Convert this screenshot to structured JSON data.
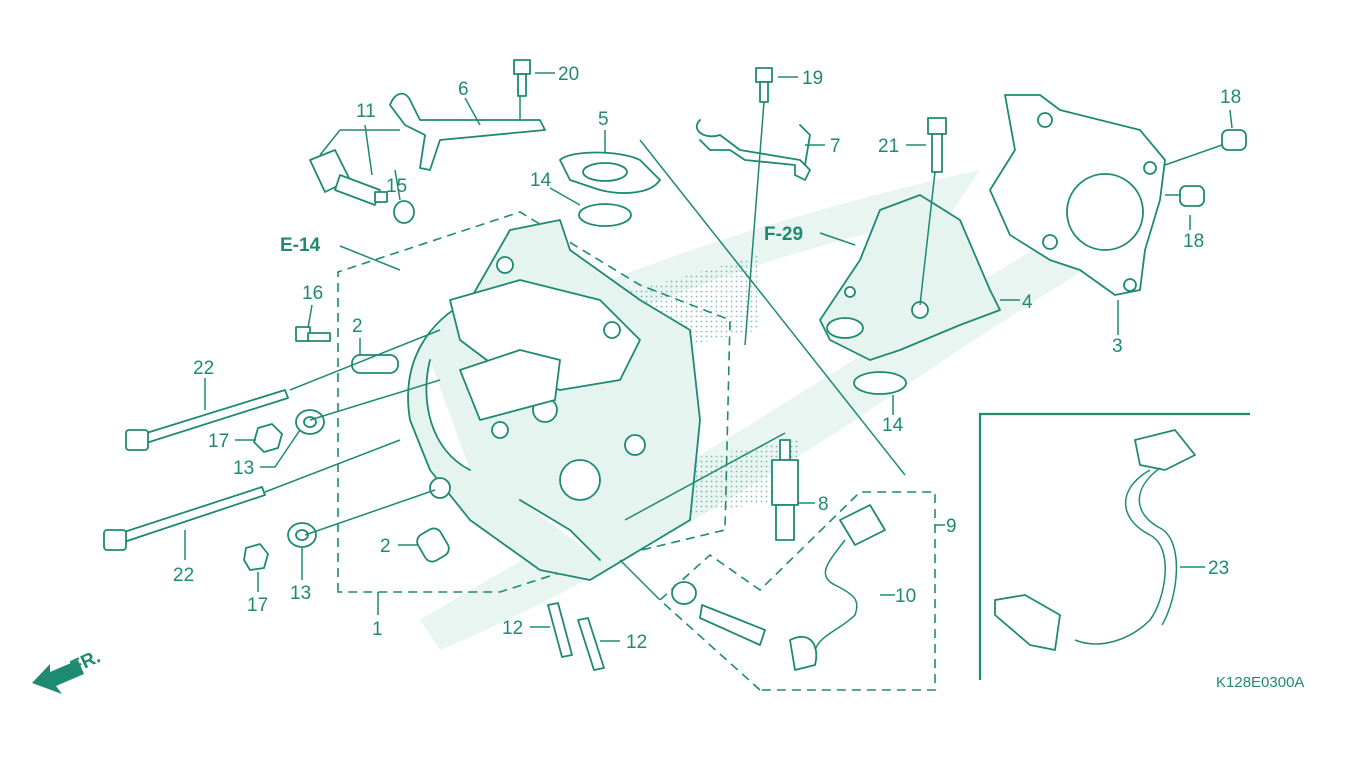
{
  "diagram": {
    "drawing_code": "K128E0300A",
    "direction_label": "FR.",
    "references": {
      "e14": "E-14",
      "f29": "F-29"
    },
    "callouts": {
      "c1": "1",
      "c2a": "2",
      "c2b": "2",
      "c3": "3",
      "c4": "4",
      "c5": "5",
      "c6": "6",
      "c7": "7",
      "c8": "8",
      "c9": "9",
      "c10": "10",
      "c11": "11",
      "c12a": "12",
      "c12b": "12",
      "c13a": "13",
      "c13b": "13",
      "c14a": "14",
      "c14b": "14",
      "c15": "15",
      "c16": "16",
      "c17a": "17",
      "c17b": "17",
      "c18a": "18",
      "c18b": "18",
      "c19": "19",
      "c20": "20",
      "c21": "21",
      "c22a": "22",
      "c22b": "22",
      "c23": "23"
    }
  },
  "colors": {
    "line": "#1e8a72",
    "watermark": "#e8f5f0"
  }
}
